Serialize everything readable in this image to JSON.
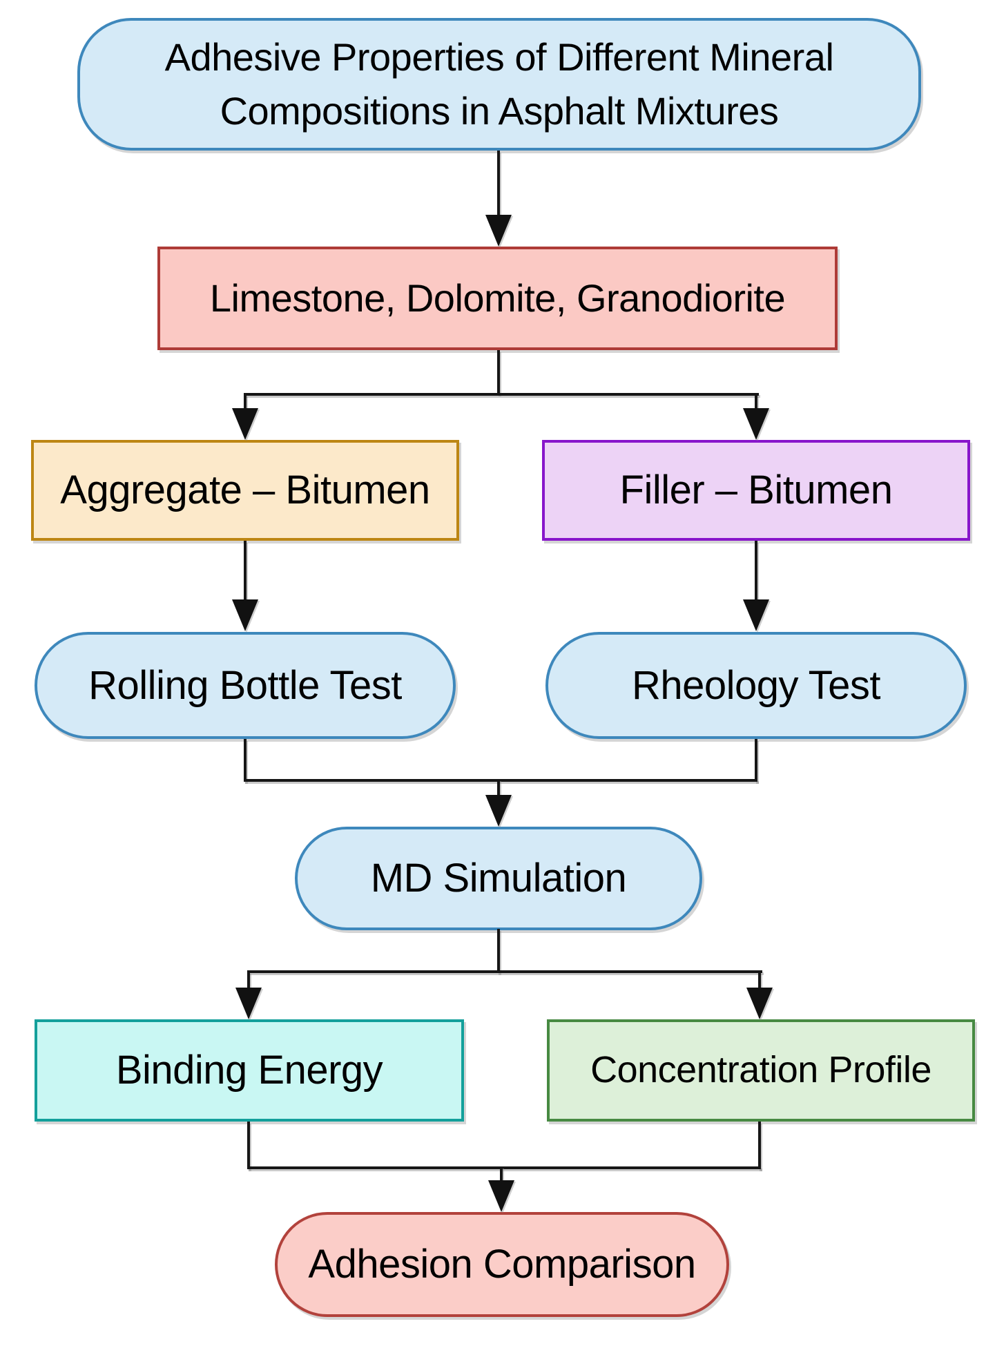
{
  "diagram": {
    "type": "flowchart",
    "direction": "top-down",
    "line_color": "#161616",
    "nodes": [
      {
        "id": "title",
        "label": "Adhesive Properties of Different Mineral Compositions in Asphalt Mixtures",
        "shape": "stadium",
        "fill": "#D5EAF7",
        "border": "#3E88BC"
      },
      {
        "id": "minerals",
        "label": "Limestone, Dolomite, Granodiorite",
        "shape": "rectangle",
        "fill": "#FBC9C4",
        "border": "#AE3B37"
      },
      {
        "id": "aggregate",
        "label": "Aggregate – Bitumen",
        "shape": "rectangle",
        "fill": "#FCE9CA",
        "border": "#BD8614"
      },
      {
        "id": "filler",
        "label": "Filler – Bitumen",
        "shape": "rectangle",
        "fill": "#EDD3F6",
        "border": "#8816CB"
      },
      {
        "id": "rolling",
        "label": "Rolling Bottle Test",
        "shape": "stadium",
        "fill": "#D5EAF7",
        "border": "#3E88BC"
      },
      {
        "id": "rheology",
        "label": "Rheology Test",
        "shape": "stadium",
        "fill": "#D5EAF7",
        "border": "#3E88BC"
      },
      {
        "id": "md",
        "label": "MD Simulation",
        "shape": "stadium",
        "fill": "#D5EAF7",
        "border": "#3E88BC"
      },
      {
        "id": "binding",
        "label": "Binding Energy",
        "shape": "rectangle",
        "fill": "#C9F7F3",
        "border": "#13A09B"
      },
      {
        "id": "concentration",
        "label": "Concentration Profile",
        "shape": "rectangle",
        "fill": "#DDF0D9",
        "border": "#478A42"
      },
      {
        "id": "adhesion",
        "label": "Adhesion Comparison",
        "shape": "stadium",
        "fill": "#FBCDC8",
        "border": "#B2423C"
      }
    ],
    "edges": [
      {
        "from": "title",
        "to": "minerals"
      },
      {
        "from": "minerals",
        "to": "aggregate"
      },
      {
        "from": "minerals",
        "to": "filler"
      },
      {
        "from": "aggregate",
        "to": "rolling"
      },
      {
        "from": "filler",
        "to": "rheology"
      },
      {
        "from": "rolling",
        "to": "md"
      },
      {
        "from": "rheology",
        "to": "md"
      },
      {
        "from": "md",
        "to": "binding"
      },
      {
        "from": "md",
        "to": "concentration"
      },
      {
        "from": "binding",
        "to": "adhesion"
      },
      {
        "from": "concentration",
        "to": "adhesion"
      }
    ]
  }
}
